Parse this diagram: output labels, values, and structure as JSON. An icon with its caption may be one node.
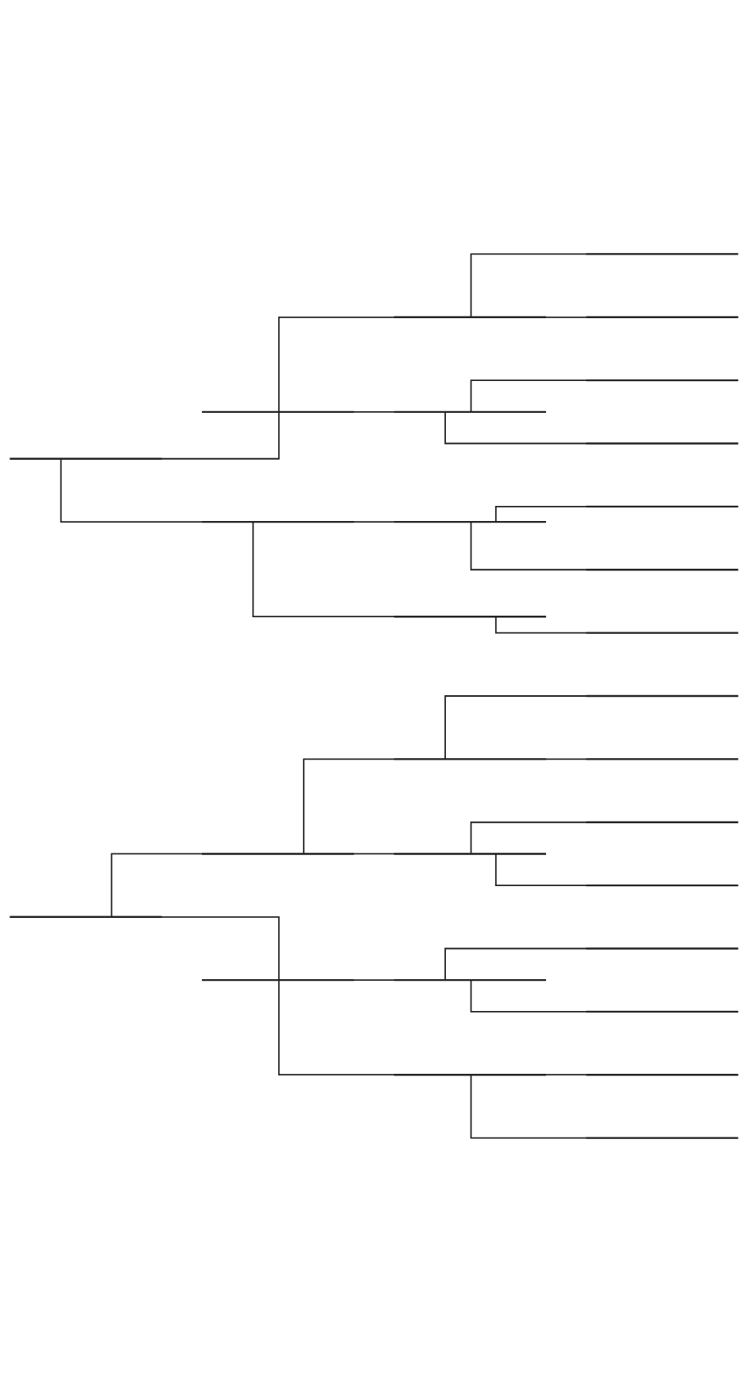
{
  "diagram": {
    "nodes": [
      {
        "text": [],
        "shape": "line"
      },
      {
        "text": [],
        "shape": "line"
      },
      {
        "text": [],
        "shape": "line"
      },
      {
        "text": [],
        "shape": "line"
      },
      {
        "text": [],
        "shape": "line"
      },
      {
        "text": [],
        "shape": "line"
      },
      {
        "text": [],
        "shape": "line"
      },
      {
        "text": [],
        "shape": "line"
      },
      {
        "text": [],
        "shape": "line"
      },
      {
        "text": [],
        "shape": "line"
      },
      {
        "text": [],
        "shape": "line"
      },
      {
        "text": [],
        "shape": "line"
      },
      {
        "text": [],
        "shape": "line"
      },
      {
        "text": [],
        "shape": "line"
      },
      {
        "text": [],
        "shape": "line"
      },
      {
        "text": [],
        "shape": "line"
      },
      {
        "text": [],
        "shape": "line"
      },
      {
        "text": [],
        "shape": "line"
      },
      {
        "text": [],
        "shape": "line"
      },
      {
        "text": [],
        "shape": "line"
      },
      {
        "text": [],
        "shape": "line"
      },
      {
        "text": [],
        "shape": "line"
      },
      {
        "text": [],
        "shape": "line"
      },
      {
        "text": [],
        "shape": "line"
      },
      {
        "text": [],
        "shape": "line"
      },
      {
        "text": [],
        "shape": "line"
      },
      {
        "text": [],
        "shape": "line"
      },
      {
        "text": [],
        "shape": "line"
      },
      {
        "text": [],
        "shape": "line"
      }
    ],
    "edges": [
      {
        "from": 0,
        "to": 1,
        "arrow": "none"
      },
      {
        "from": 0,
        "to": 2,
        "arrow": "none"
      },
      {
        "from": 1,
        "to": 3,
        "arrow": "none"
      },
      {
        "from": 1,
        "to": 4,
        "arrow": "none"
      },
      {
        "from": 2,
        "to": 5,
        "arrow": "none"
      },
      {
        "from": 2,
        "to": 6,
        "arrow": "none"
      },
      {
        "from": 3,
        "to": 7,
        "arrow": "none"
      },
      {
        "from": 3,
        "to": 8,
        "arrow": "none"
      },
      {
        "from": 4,
        "to": 9,
        "arrow": "none"
      },
      {
        "from": 4,
        "to": 10,
        "arrow": "none"
      },
      {
        "from": 5,
        "to": 11,
        "arrow": "none"
      },
      {
        "from": 5,
        "to": 12,
        "arrow": "none"
      },
      {
        "from": 6,
        "to": 13,
        "arrow": "none"
      },
      {
        "from": 6,
        "to": 14,
        "arrow": "none"
      },
      {
        "from": 15,
        "to": 16,
        "arrow": "none"
      },
      {
        "from": 15,
        "to": 17,
        "arrow": "none"
      },
      {
        "from": 16,
        "to": 18,
        "arrow": "none"
      },
      {
        "from": 16,
        "to": 19,
        "arrow": "none"
      },
      {
        "from": 17,
        "to": 20,
        "arrow": "none"
      },
      {
        "from": 17,
        "to": 21,
        "arrow": "none"
      },
      {
        "from": 18,
        "to": 22,
        "arrow": "none"
      },
      {
        "from": 18,
        "to": 23,
        "arrow": "none"
      },
      {
        "from": 19,
        "to": 24,
        "arrow": "none"
      },
      {
        "from": 19,
        "to": 25,
        "arrow": "none"
      },
      {
        "from": 20,
        "to": 26,
        "arrow": "none"
      },
      {
        "from": 20,
        "to": 27,
        "arrow": "none"
      },
      {
        "from": 21,
        "to": 28,
        "arrow": "none"
      }
    ]
  }
}
